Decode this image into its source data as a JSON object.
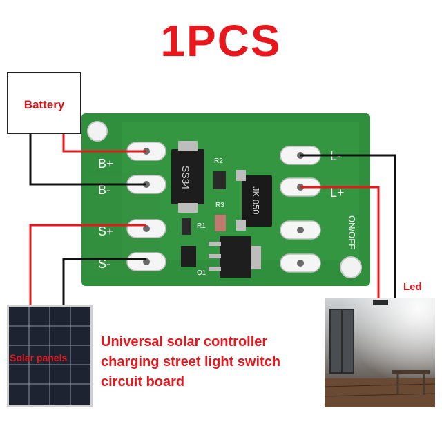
{
  "headline": "1PCS",
  "battery_label": "Battery",
  "led_label": "Led",
  "solar_label": "Solar panels",
  "description_lines": [
    "Universal solar controller",
    "charging street light switch",
    "circuit board"
  ],
  "board": {
    "left_pads": [
      "B+",
      "B-",
      "S+",
      "S-"
    ],
    "right_pads": [
      "L-",
      "L+"
    ],
    "switch_label": "ON/OFF",
    "chip_labels": [
      "SS34",
      "JK 050"
    ],
    "component_labels": [
      "R2",
      "R3",
      "R1",
      "Q1"
    ]
  },
  "colors": {
    "title": "#e8171c",
    "pcb": "#2f8f3c",
    "wire_red": "#e8171c",
    "wire_black": "#111111"
  }
}
